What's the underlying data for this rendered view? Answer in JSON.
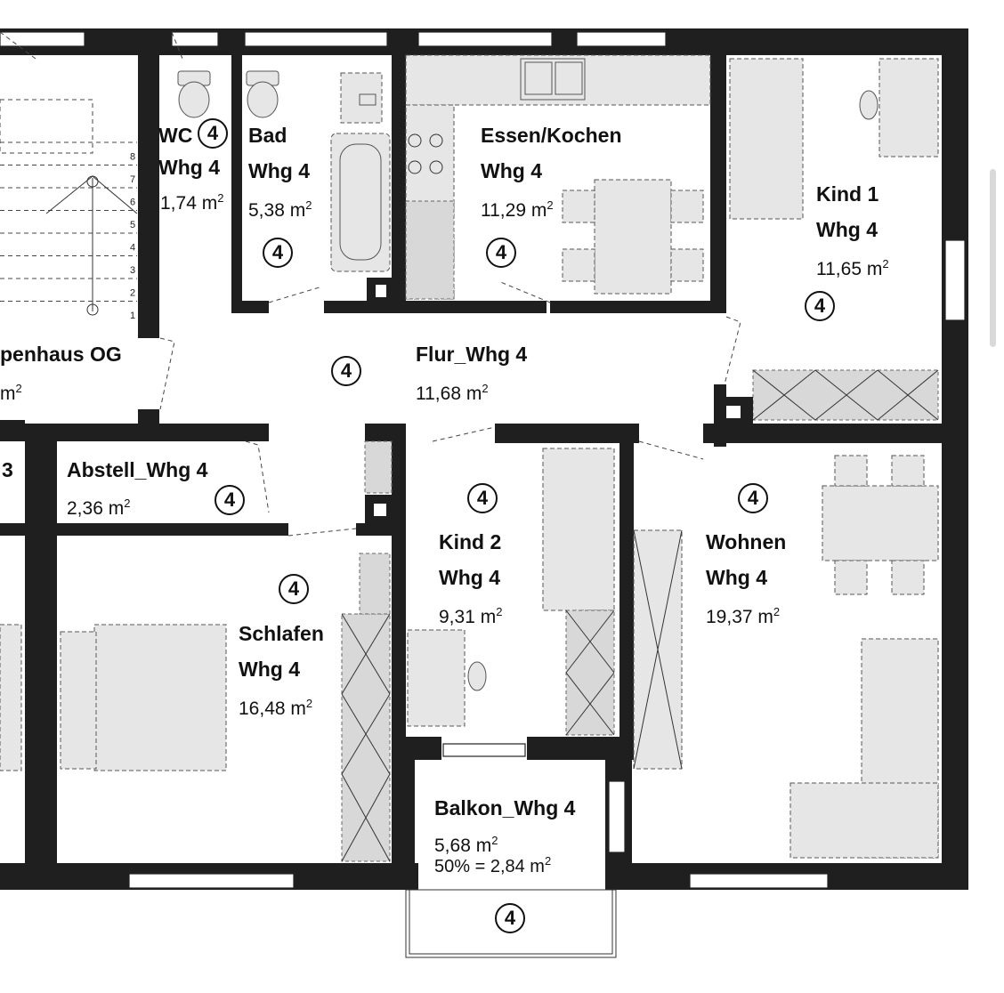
{
  "rooms": [
    {
      "id": "wc",
      "name": "WC",
      "unit": "Whg 4",
      "area": "1,74 m",
      "marker": "4"
    },
    {
      "id": "bad",
      "name": "Bad",
      "unit": "Whg 4",
      "area": "5,38 m",
      "marker": "4"
    },
    {
      "id": "essen",
      "name": "Essen/Kochen",
      "unit": "Whg 4",
      "area": "11,29 m",
      "marker": "4"
    },
    {
      "id": "kind1",
      "name": "Kind 1",
      "unit": "Whg 4",
      "area": "11,65 m",
      "marker": "4"
    },
    {
      "id": "flur",
      "name": "Flur_Whg 4",
      "area": "11,68 m",
      "marker": "4"
    },
    {
      "id": "treppenhaus",
      "name": "penhaus OG",
      "area": "m"
    },
    {
      "id": "abstell",
      "name": "Abstell_Whg 4",
      "area": "2,36 m",
      "marker": "4"
    },
    {
      "id": "kind2",
      "name": "Kind 2",
      "unit": "Whg 4",
      "area": "9,31 m",
      "marker": "4"
    },
    {
      "id": "wohnen",
      "name": "Wohnen",
      "unit": "Whg 4",
      "area": "19,37 m",
      "marker": "4"
    },
    {
      "id": "schlafen",
      "name": "Schlafen",
      "unit": "Whg 4",
      "area": "16,48 m",
      "marker": "4"
    },
    {
      "id": "balkon",
      "name": "Balkon_Whg 4",
      "area": "5,68 m",
      "area_reduced": "50% = 2,84 m",
      "marker": "4"
    }
  ],
  "left_partial_label": "3",
  "area_exponent": "2",
  "stair_numbers": [
    "8",
    "7",
    "6",
    "5",
    "4",
    "3",
    "2",
    "1"
  ],
  "colors": {
    "wall": "#1f1f1f",
    "fixture": "#e6e6e6",
    "cabinet": "#d8d8d8"
  }
}
